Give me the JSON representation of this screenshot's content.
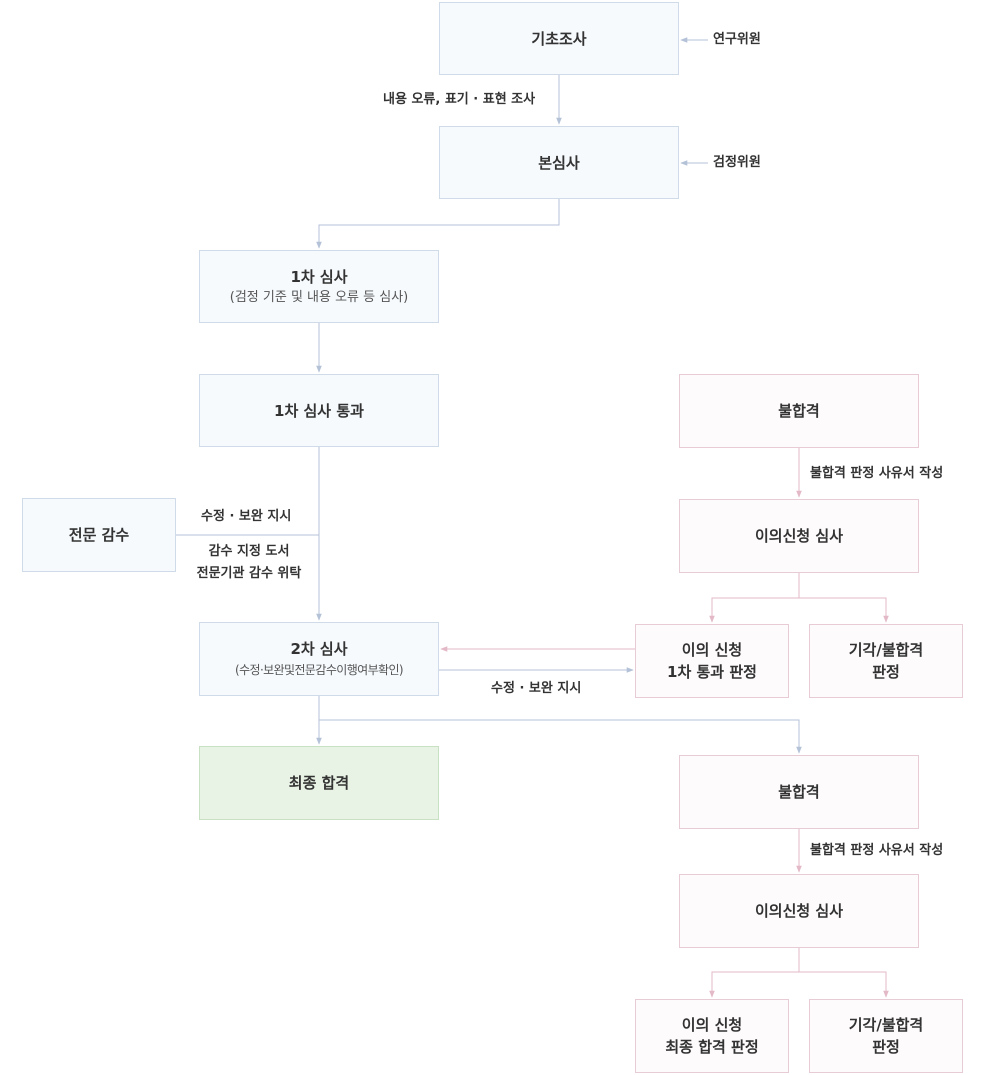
{
  "nodes": {
    "basic_review": {
      "title": "기초조사"
    },
    "main_review": {
      "title": "본심사"
    },
    "first_review": {
      "title": "1차 심사",
      "subtitle": "(검정 기준 및 내용 오류 등 심사)"
    },
    "first_pass": {
      "title": "1차 심사 통과"
    },
    "expert_review": {
      "title": "전문 감수"
    },
    "second_review": {
      "title": "2차 심사",
      "subtitle": "(수정·보완및전문감수이행여부확인)"
    },
    "final_pass": {
      "title": "최종 합격"
    },
    "fail_1": {
      "title": "불합격"
    },
    "objection_review_1": {
      "title": "이의신청 심사"
    },
    "objection_first_pass": {
      "line1": "이의 신청",
      "line2": "1차 통과 판정"
    },
    "reject_1": {
      "line1": "기각/불합격",
      "line2": "판정"
    },
    "fail_2": {
      "title": "불합격"
    },
    "objection_review_2": {
      "title": "이의신청 심사"
    },
    "objection_final_pass": {
      "line1": "이의 신청",
      "line2": "최종 합격 판정"
    },
    "reject_2": {
      "line1": "기각/불합격",
      "line2": "판정"
    }
  },
  "labels": {
    "research_committee": "연구위원",
    "review_committee": "검정위원",
    "content_error_check": "내용 오류, 표기 · 표현 조사",
    "revise_instruction_left": "수정 · 보완 지시",
    "expert_designated_1": "감수 지정 도서",
    "expert_designated_2": "전문기관 감수 위탁",
    "revise_instruction_right": "수정 · 보완 지시",
    "fail_reason_1": "불합격 판정 사유서 작성",
    "fail_reason_2": "불합격 판정 사유서 작성"
  },
  "colors": {
    "blue_line": "#b4c2d8",
    "pink_line": "#e3b9c7",
    "blue_fill": "#f6fafd",
    "pink_fill": "#fefbfc",
    "green_fill": "#e8f2e5"
  }
}
